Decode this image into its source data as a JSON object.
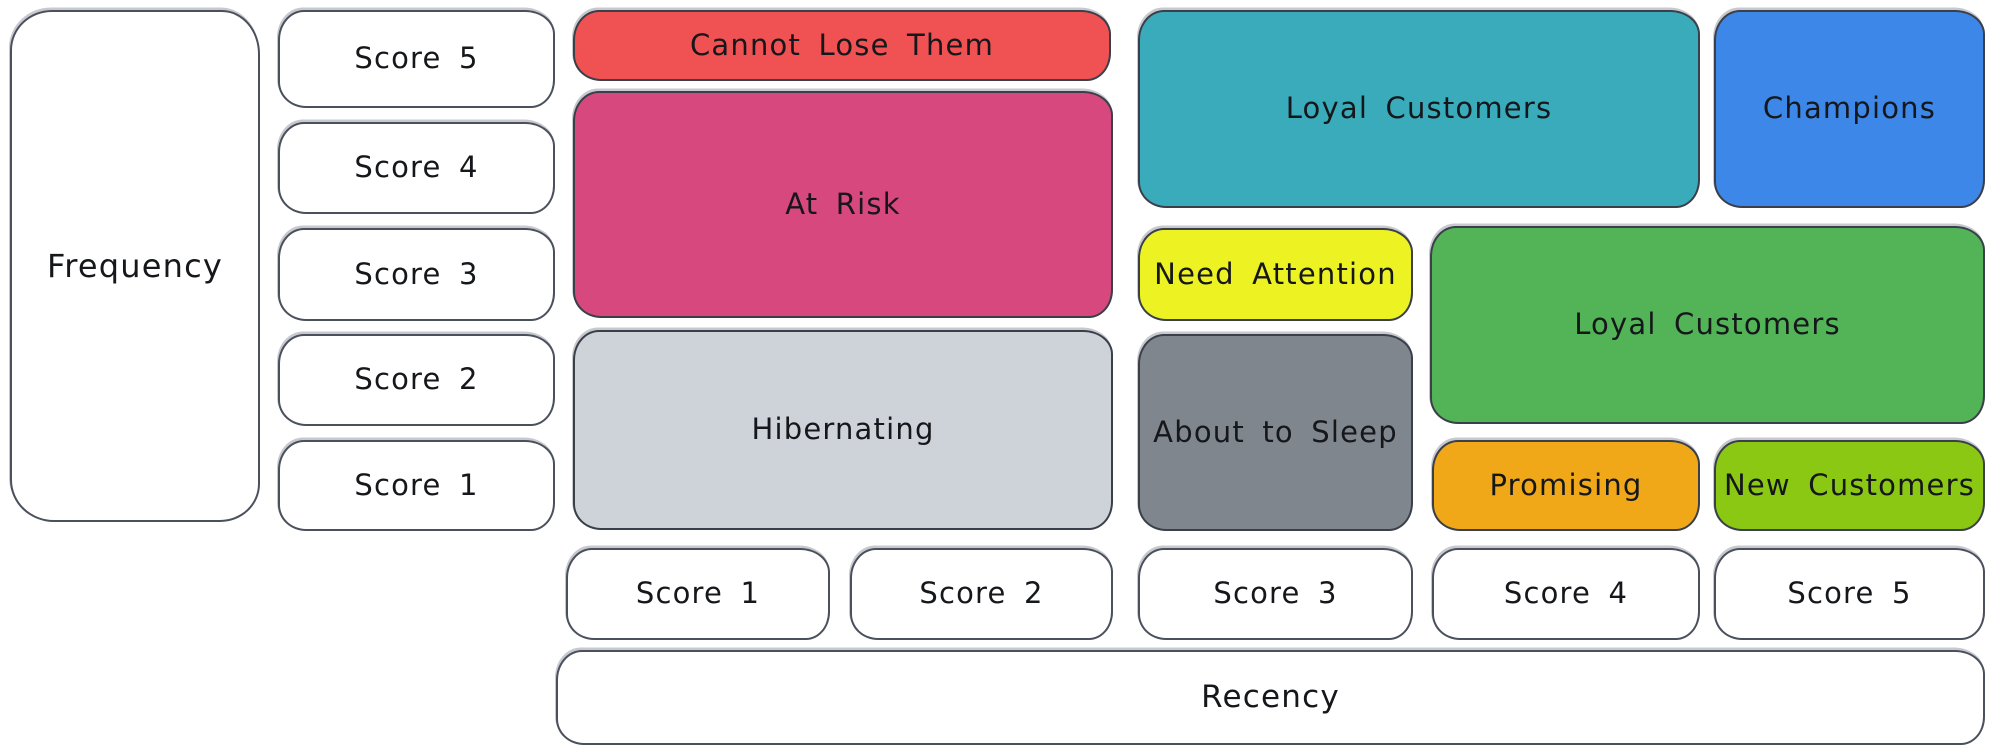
{
  "frequency_axis": {
    "label": "Frequency",
    "scores": [
      "Score 5",
      "Score 4",
      "Score 3",
      "Score 2",
      "Score 1"
    ]
  },
  "recency_axis": {
    "label": "Recency",
    "scores": [
      "Score 1",
      "Score 2",
      "Score 3",
      "Score 4",
      "Score 5"
    ]
  },
  "segments": {
    "cannot_lose_them": {
      "label": "Cannot Lose Them",
      "color": "#f05152"
    },
    "at_risk": {
      "label": "At Risk",
      "color": "#d6487e"
    },
    "hibernating": {
      "label": "Hibernating",
      "color": "#ced3d9"
    },
    "loyal_customers_top": {
      "label": "Loyal Customers",
      "color": "#3aabbb"
    },
    "champions": {
      "label": "Champions",
      "color": "#3d87e8"
    },
    "need_attention": {
      "label": "Need Attention",
      "color": "#edf222"
    },
    "about_to_sleep": {
      "label": "About to Sleep",
      "color": "#80868e"
    },
    "loyal_customers_mid": {
      "label": "Loyal Customers",
      "color": "#52b357"
    },
    "promising": {
      "label": "Promising",
      "color": "#f0a818"
    },
    "new_customers": {
      "label": "New Customers",
      "color": "#8ac814"
    }
  }
}
